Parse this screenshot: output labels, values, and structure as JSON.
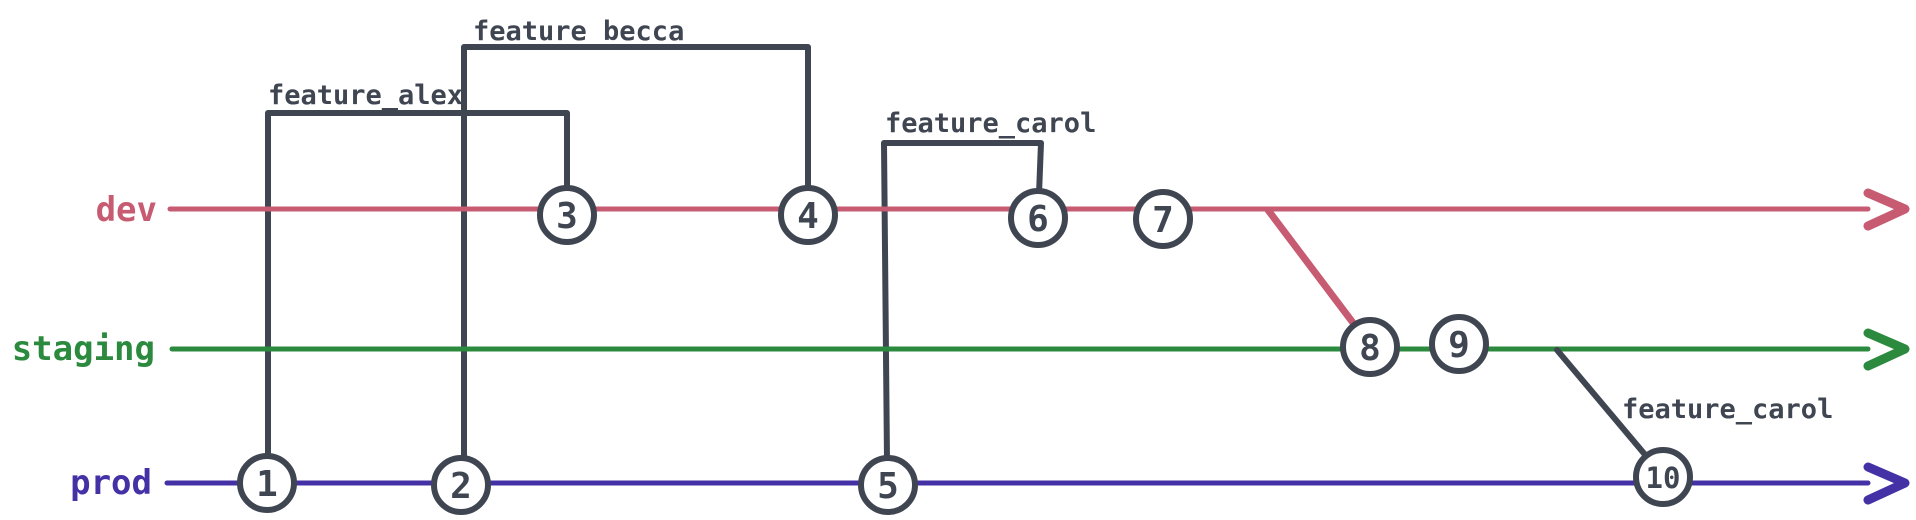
{
  "diagram": {
    "type": "git-branch-timeline",
    "background": "#ffffff",
    "feature_line_color": "#3f4651",
    "commit_fill": "#ffffff",
    "commit_stroke": "#3f4651"
  },
  "branches": [
    {
      "name": "dev",
      "color": "#c65b72"
    },
    {
      "name": "staging",
      "color": "#2b8a3e"
    },
    {
      "name": "prod",
      "color": "#4431a5"
    }
  ],
  "commits": [
    {
      "label": "1",
      "branch": "prod"
    },
    {
      "label": "2",
      "branch": "prod"
    },
    {
      "label": "3",
      "branch": "dev"
    },
    {
      "label": "4",
      "branch": "dev"
    },
    {
      "label": "5",
      "branch": "prod"
    },
    {
      "label": "6",
      "branch": "dev"
    },
    {
      "label": "7",
      "branch": "dev"
    },
    {
      "label": "8",
      "branch": "staging"
    },
    {
      "label": "9",
      "branch": "staging"
    },
    {
      "label": "10",
      "branch": "prod"
    }
  ],
  "feature_branches": [
    {
      "name": "feature_alex",
      "from": "commit 1 (prod)",
      "to": "commit 3 (dev)"
    },
    {
      "name": "feature_becca",
      "from": "commit 2 (prod)",
      "to": "commit 4 (dev)"
    },
    {
      "name": "feature_carol",
      "from": "commit 5 (prod)",
      "to": "commit 6 (dev)"
    },
    {
      "name": "feature_carol",
      "from": "staging after commit 9",
      "to": "commit 10 (prod)"
    }
  ],
  "merges": [
    {
      "from": "dev after commit 7",
      "to": "commit 8 (staging)",
      "color": "#c65b72"
    }
  ]
}
